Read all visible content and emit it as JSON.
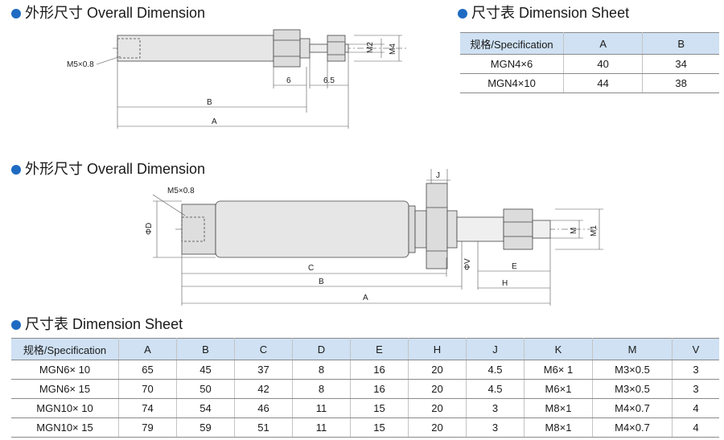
{
  "colors": {
    "accent": "#1f6bc2",
    "table_header_bg": "#cfe1f3",
    "body_fill": "#e6e6e6"
  },
  "section1": {
    "heading": "外形尺寸 Overall Dimension",
    "labels": {
      "thread": "M5×0.8",
      "m2": "M2",
      "m4": "M4",
      "six": "6",
      "six_five": "6.5",
      "b": "B",
      "a": "A"
    }
  },
  "sheet1": {
    "heading": "尺寸表 Dimension Sheet",
    "columns": [
      "规格/Specification",
      "A",
      "B"
    ],
    "rows": [
      [
        "MGN4×6",
        "40",
        "34"
      ],
      [
        "MGN4×10",
        "44",
        "38"
      ]
    ]
  },
  "section2": {
    "heading": "外形尺寸 Overall Dimension",
    "labels": {
      "thread": "M5×0.8",
      "j": "J",
      "phi_d": "ΦD",
      "phi_v": "ΦV",
      "m": "M",
      "m1": "M1",
      "c": "C",
      "b": "B",
      "a": "A",
      "e": "E",
      "h": "H"
    }
  },
  "sheet2": {
    "heading": "尺寸表 Dimension Sheet",
    "columns": [
      "规格/Specification",
      "A",
      "B",
      "C",
      "D",
      "E",
      "H",
      "J",
      "K",
      "M",
      "V"
    ],
    "rows": [
      [
        "MGN6× 10",
        "65",
        "45",
        "37",
        "8",
        "16",
        "20",
        "4.5",
        "M6× 1",
        "M3×0.5",
        "3"
      ],
      [
        "MGN6× 15",
        "70",
        "50",
        "42",
        "8",
        "16",
        "20",
        "4.5",
        "M6×1",
        "M3×0.5",
        "3"
      ],
      [
        "MGN10× 10",
        "74",
        "54",
        "46",
        "11",
        "15",
        "20",
        "3",
        "M8×1",
        "M4×0.7",
        "4"
      ],
      [
        "MGN10× 15",
        "79",
        "59",
        "51",
        "11",
        "15",
        "20",
        "3",
        "M8×1",
        "M4×0.7",
        "4"
      ]
    ]
  }
}
